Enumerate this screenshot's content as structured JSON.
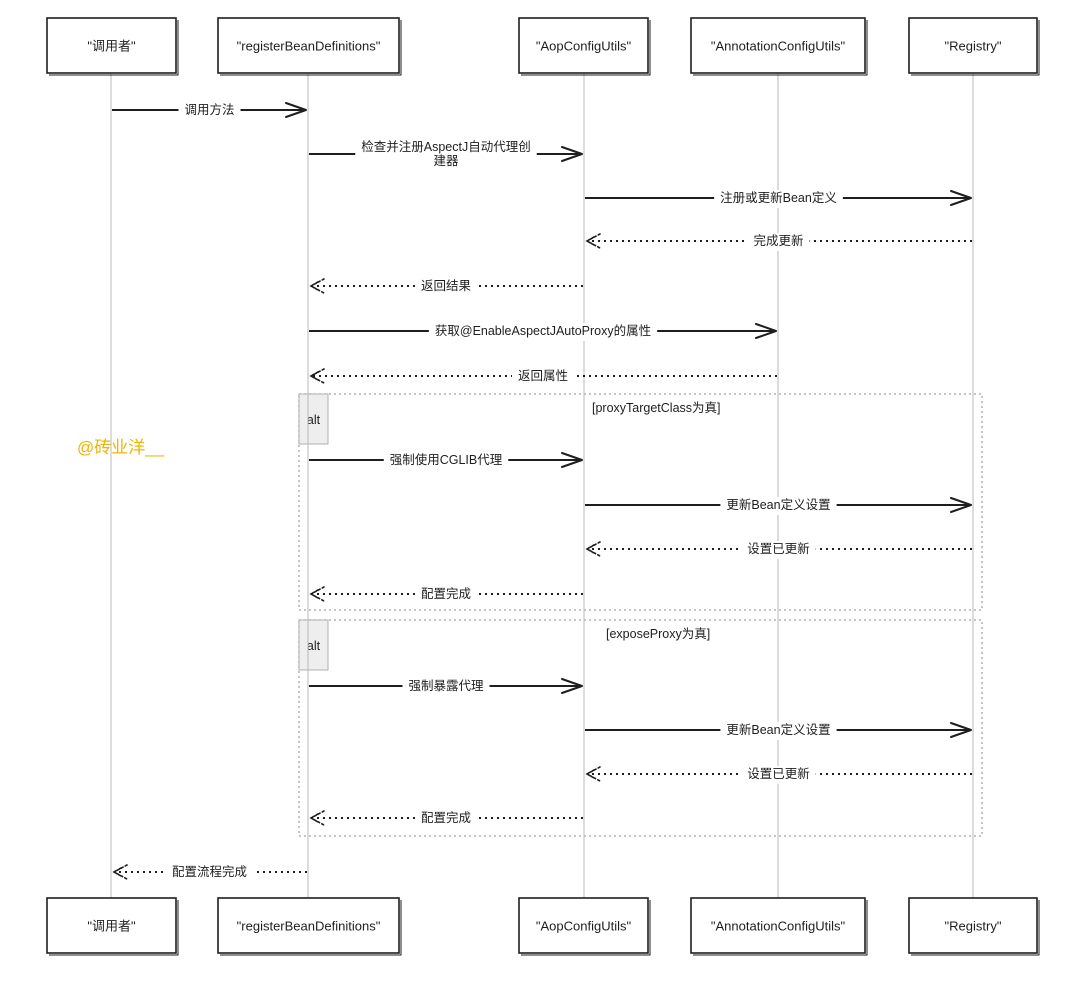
{
  "participants": [
    {
      "id": "caller",
      "label": "\"调用者\""
    },
    {
      "id": "rbd",
      "label": "\"registerBeanDefinitions\""
    },
    {
      "id": "aop",
      "label": "\"AopConfigUtils\""
    },
    {
      "id": "acu",
      "label": "\"AnnotationConfigUtils\""
    },
    {
      "id": "reg",
      "label": "\"Registry\""
    }
  ],
  "messages": [
    {
      "from": "caller",
      "to": "rbd",
      "style": "solid",
      "lines": [
        "调用方法"
      ]
    },
    {
      "from": "rbd",
      "to": "aop",
      "style": "solid",
      "lines": [
        "检查并注册AspectJ自动代理创",
        "建器"
      ]
    },
    {
      "from": "aop",
      "to": "reg",
      "style": "solid",
      "lines": [
        "注册或更新Bean定义"
      ]
    },
    {
      "from": "reg",
      "to": "aop",
      "style": "dotted",
      "lines": [
        "完成更新"
      ]
    },
    {
      "from": "aop",
      "to": "rbd",
      "style": "dotted",
      "lines": [
        "返回结果"
      ]
    },
    {
      "from": "rbd",
      "to": "acu",
      "style": "solid",
      "lines": [
        "获取@EnableAspectJAutoProxy的属性"
      ]
    },
    {
      "from": "acu",
      "to": "rbd",
      "style": "dotted",
      "lines": [
        "返回属性"
      ]
    },
    {
      "from": "rbd",
      "to": "aop",
      "style": "solid",
      "lines": [
        "强制使用CGLIB代理"
      ]
    },
    {
      "from": "aop",
      "to": "reg",
      "style": "solid",
      "lines": [
        "更新Bean定义设置"
      ]
    },
    {
      "from": "reg",
      "to": "aop",
      "style": "dotted",
      "lines": [
        "设置已更新"
      ]
    },
    {
      "from": "aop",
      "to": "rbd",
      "style": "dotted",
      "lines": [
        "配置完成"
      ]
    },
    {
      "from": "rbd",
      "to": "aop",
      "style": "solid",
      "lines": [
        "强制暴露代理"
      ]
    },
    {
      "from": "aop",
      "to": "reg",
      "style": "solid",
      "lines": [
        "更新Bean定义设置"
      ]
    },
    {
      "from": "reg",
      "to": "aop",
      "style": "dotted",
      "lines": [
        "设置已更新"
      ]
    },
    {
      "from": "aop",
      "to": "rbd",
      "style": "dotted",
      "lines": [
        "配置完成"
      ]
    },
    {
      "from": "rbd",
      "to": "caller",
      "style": "dotted",
      "lines": [
        "配置流程完成"
      ]
    }
  ],
  "fragments": [
    {
      "tag": "alt",
      "condition": "[proxyTargetClass为真]"
    },
    {
      "tag": "alt",
      "condition": "[exposeProxy为真]"
    }
  ],
  "watermark": "@砖业洋__",
  "colors": {
    "stroke": "#1e1e1e",
    "lifeline": "#b8b8b8",
    "frame": "#b0b0b0",
    "alt_fill": "#eeeeee",
    "watermark": "#f0b400"
  }
}
